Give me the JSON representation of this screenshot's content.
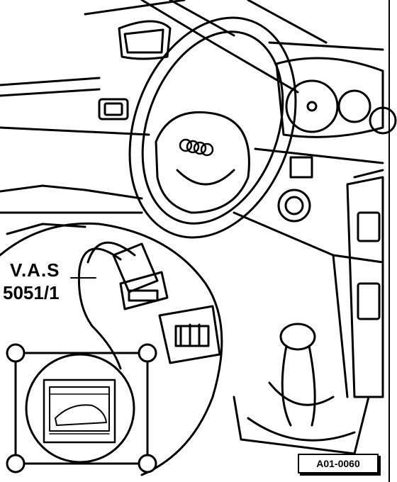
{
  "labels": {
    "tester_line1": "V.A.S",
    "tester_line2": "5051/1"
  },
  "figure_ref": "A01-0060",
  "colors": {
    "ink": "#000000",
    "paper": "#ffffff"
  }
}
